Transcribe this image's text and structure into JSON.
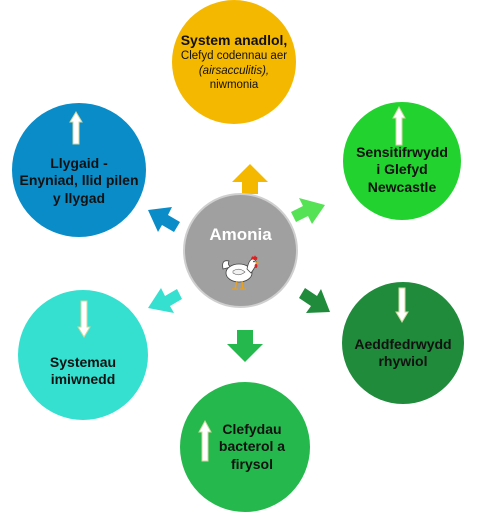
{
  "center": {
    "label": "Amonia",
    "icon": "chicken-icon"
  },
  "nodes": {
    "top": {
      "title": "System anadlol,",
      "line2": "Clefyd codennau aer",
      "line3": "(airsacculitis),",
      "line4": "niwmonia",
      "color": "#f5b800",
      "indicator": "none"
    },
    "ne": {
      "line1": "Sensitifrwydd",
      "line2": "i Glefyd",
      "line3": "Newcastle",
      "color": "#22d22f",
      "indicator": "up-arrow"
    },
    "se": {
      "line1": "Aeddfedrwydd",
      "line2": "rhywiol",
      "color": "#1f8b3b",
      "indicator": "down-arrow"
    },
    "bottom": {
      "line1": "Clefydau",
      "line2": "bacterol a",
      "line3": "firysol",
      "color": "#25b84d",
      "indicator": "up-arrow"
    },
    "sw": {
      "line1": "Systemau",
      "line2": "imiwnedd",
      "color": "#35e0d0",
      "indicator": "down-arrow"
    },
    "nw": {
      "line1": "Llygaid -",
      "line2": "Enyniad, llid pilen",
      "line3": "y llygad",
      "color": "#0a8cc9",
      "indicator": "up-arrow"
    }
  },
  "connector_colors": {
    "top": "#f5b800",
    "ne": "#55e255",
    "se": "#1f8b3b",
    "bottom": "#25b84d",
    "sw": "#35e0d0",
    "nw": "#0a8cc9"
  }
}
